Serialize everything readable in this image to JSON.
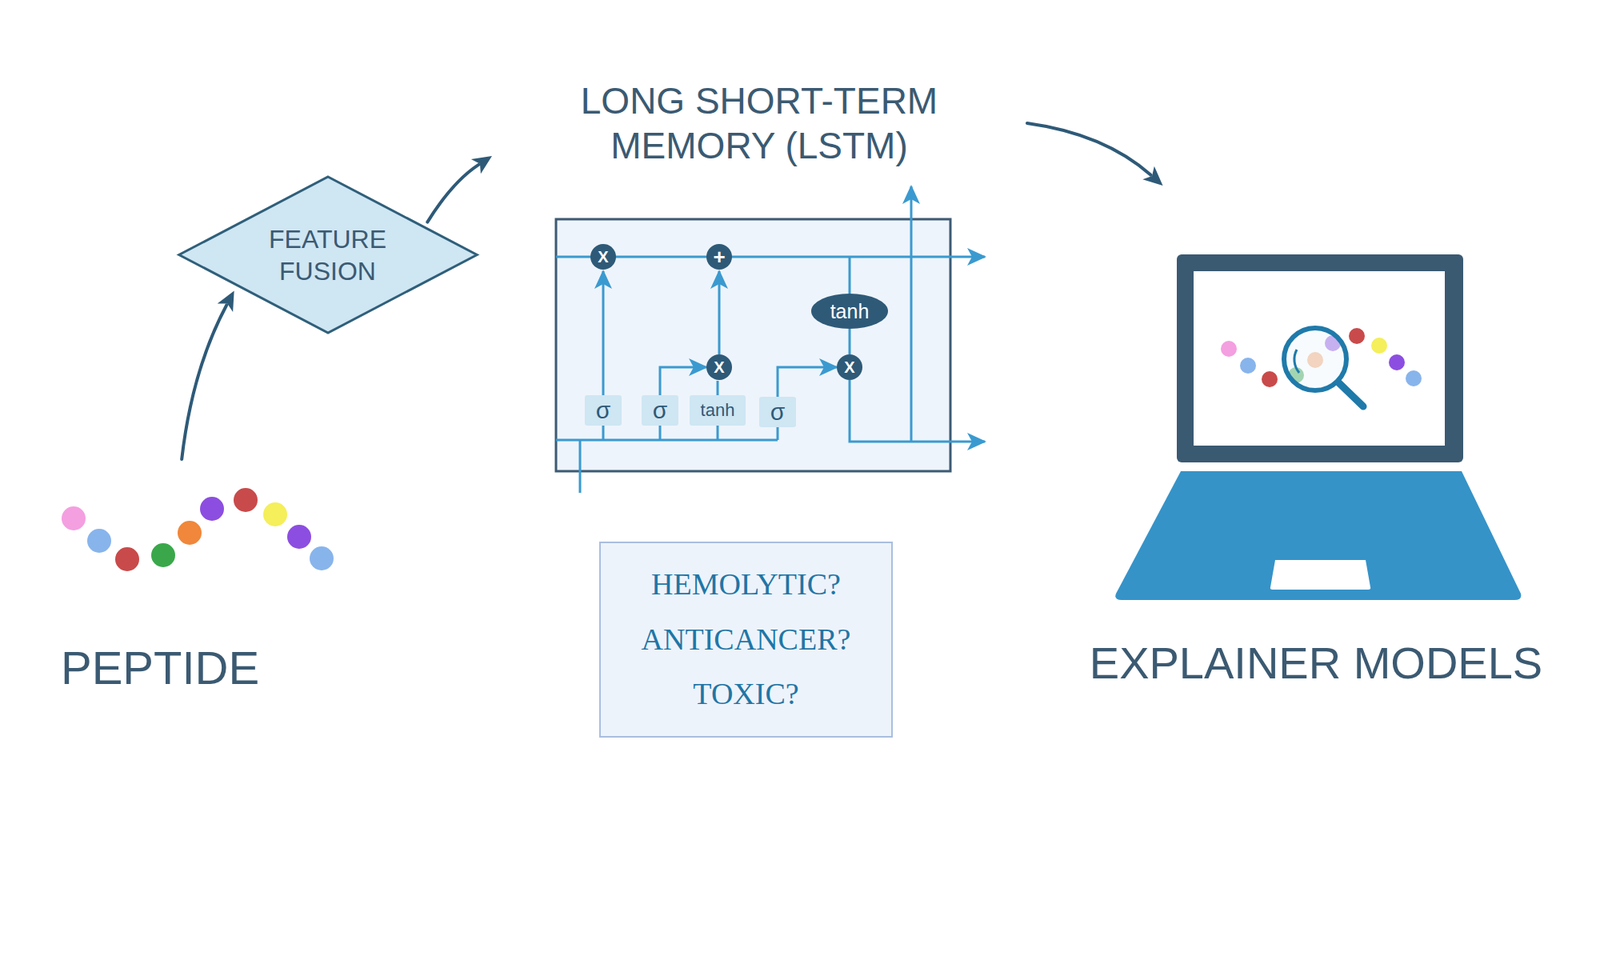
{
  "diagram": {
    "nodes": [
      {
        "text": [
          "PEPTIDE"
        ]
      },
      {
        "text": [
          "FEATURE FUSION"
        ]
      },
      {
        "text": [
          "LONG SHORT-TERM MEMORY (LSTM)"
        ]
      },
      {
        "text": [
          "HEMOLYTIC?",
          "ANTICANCER?",
          "TOXIC?"
        ]
      },
      {
        "text": [
          "EXPLAINER MODELS"
        ]
      }
    ],
    "edges": [
      {
        "from": 0,
        "to": 1,
        "arrow": "to"
      },
      {
        "from": 1,
        "to": 2,
        "arrow": "to"
      },
      {
        "from": 2,
        "to": 4,
        "arrow": "to"
      }
    ],
    "labels": [
      "σ",
      "σ",
      "tanh",
      "σ",
      "tanh",
      "X",
      "X",
      "X",
      "+"
    ]
  }
}
